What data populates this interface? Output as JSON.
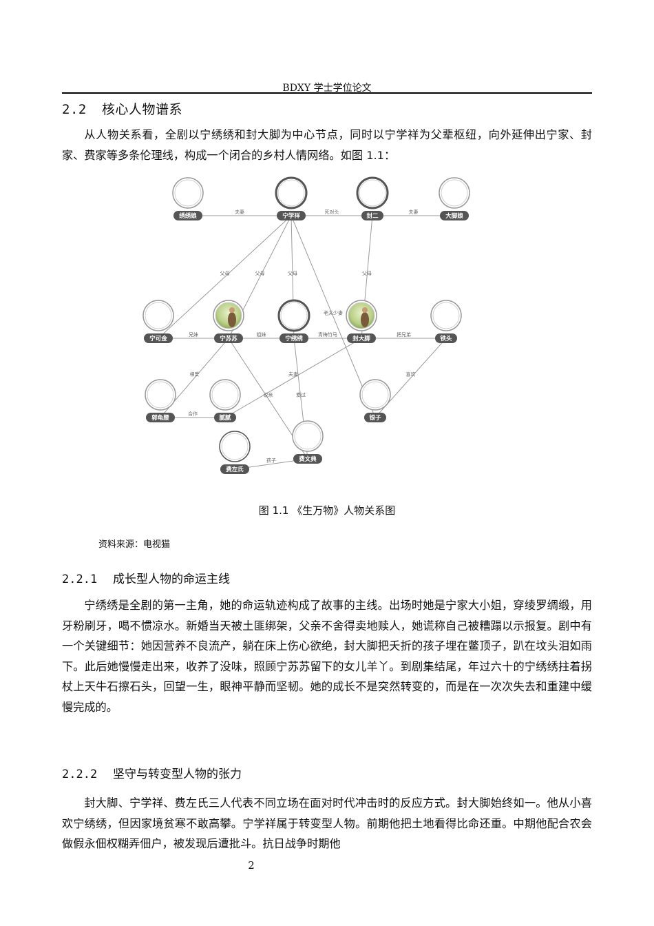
{
  "header": {
    "title": "BDXY 学士学位论文"
  },
  "section": {
    "number": "2.2",
    "title": "核心人物谱系"
  },
  "intro_paragraph": "从人物关系看，全剧以宁绣绣和封大脚为中心节点，同时以宁学祥为父辈枢纽，向外延伸出宁家、封家、费家等多条伦理线，构成一个闭合的乡村人情网络。如图 1.1：",
  "figure": {
    "caption": "图 1.1 《生万物》人物关系图",
    "source": "资料来源：电视猫",
    "nodes": [
      {
        "id": "n1",
        "label": "绣绣娘"
      },
      {
        "id": "n2",
        "label": "宁学祥"
      },
      {
        "id": "n3",
        "label": "封二"
      },
      {
        "id": "n4",
        "label": "大脚娘"
      },
      {
        "id": "n5",
        "label": "宁可金"
      },
      {
        "id": "n6",
        "label": "宁苏苏",
        "photo": true
      },
      {
        "id": "n7",
        "label": "宁绣绣"
      },
      {
        "id": "n8",
        "label": "封大脚",
        "photo": true
      },
      {
        "id": "n9",
        "label": "铁头"
      },
      {
        "id": "n10",
        "label": "郭龟腰"
      },
      {
        "id": "n11",
        "label": "腻腻"
      },
      {
        "id": "n12",
        "label": "银子"
      },
      {
        "id": "n13",
        "label": "费文典"
      },
      {
        "id": "n14",
        "label": "费左氏"
      }
    ],
    "edges": [
      {
        "from": "n1",
        "to": "n2",
        "label": "夫妻"
      },
      {
        "from": "n2",
        "to": "n3",
        "label": "死对头"
      },
      {
        "from": "n3",
        "to": "n4",
        "label": "夫妻"
      },
      {
        "from": "n2",
        "to": "n5",
        "label": "父母"
      },
      {
        "from": "n2",
        "to": "n6",
        "label": "父母"
      },
      {
        "from": "n7",
        "to": "n2",
        "label": "父母"
      },
      {
        "from": "n3",
        "to": "n8",
        "label": "父母"
      },
      {
        "from": "n2",
        "to": "n12",
        "label": "老夫少妻"
      },
      {
        "from": "n5",
        "to": "n6",
        "label": "兄妹"
      },
      {
        "from": "n7",
        "to": "n6",
        "label": "姐妹"
      },
      {
        "from": "n7",
        "to": "n8",
        "label": "青梅竹马"
      },
      {
        "from": "n8",
        "to": "n9",
        "label": "把兄弟"
      },
      {
        "from": "n6",
        "to": "n10",
        "label": "相爱"
      },
      {
        "from": "n10",
        "to": "n11",
        "label": "合作"
      },
      {
        "from": "n11",
        "to": "n8",
        "label": "夫妻"
      },
      {
        "from": "n13",
        "to": "n6",
        "label": "说亲"
      },
      {
        "from": "n7",
        "to": "n13",
        "label": "爱过"
      },
      {
        "from": "n9",
        "to": "n12",
        "label": "喜欢"
      },
      {
        "from": "n14",
        "to": "n13",
        "label": "孩子"
      }
    ]
  },
  "subsection1": {
    "number": "2.2.1",
    "title": "成长型人物的命运主线",
    "paragraph": "宁绣绣是全剧的第一主角，她的命运轨迹构成了故事的主线。出场时她是宁家大小姐，穿绫罗绸缎，用牙粉刷牙，喝不惯凉水。新婚当天被土匪绑架，父亲不舍得卖地赎人，她谎称自己被糟蹋以示报复。剧中有一个关键细节：她因营养不良流产，躺在床上伤心欲绝，封大脚把夭折的孩子埋在鳖顶子，趴在坟头泪如雨下。此后她慢慢走出来，收养了没味，照顾宁苏苏留下的女儿羊丫。到剧集结尾，年过六十的宁绣绣拄着拐杖上天牛石擦石头，回望一生，眼神平静而坚韧。她的成长不是突然转变的，而是在一次次失去和重建中缓慢完成的。"
  },
  "subsection2": {
    "number": "2.2.2",
    "title": "坚守与转变型人物的张力",
    "paragraph": "封大脚、宁学祥、费左氏三人代表不同立场在面对时代冲击时的反应方式。封大脚始终如一。他从小喜欢宁绣绣，但因家境贫寒不敢高攀。宁学祥属于转变型人物。前期他把土地看得比命还重。中期他配合农会做假永佃权糊弄佃户，被发现后遭批斗。抗日战争时期他"
  },
  "page_number": "2"
}
